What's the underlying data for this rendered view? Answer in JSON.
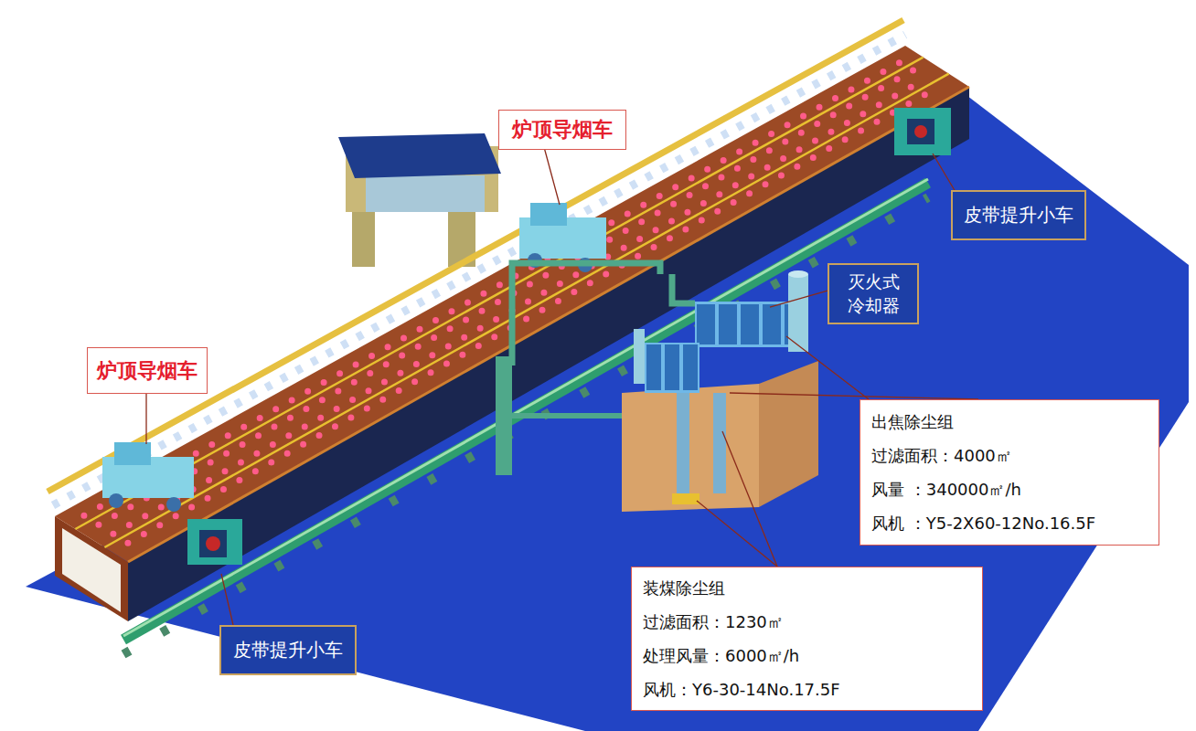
{
  "diagram": {
    "nodes": [
      {
        "text": [
          "炉顶导烟车"
        ]
      },
      {
        "text": [
          "皮带提升小车"
        ]
      },
      {
        "text": [
          "灭火式 冷却器"
        ]
      },
      {
        "text": [
          "炉顶导烟车"
        ]
      },
      {
        "text": [
          "出焦除尘组",
          "过滤面积：4000㎡",
          "风量 ：340000㎡/h",
          "风机 ：Y5-2X60-12No.16.5F"
        ]
      },
      {
        "text": [
          "装煤除尘组",
          "过滤面积：1230㎡",
          "处理风量：6000㎡/h",
          "风机：Y6-30-14No.17.5F"
        ]
      },
      {
        "text": [
          "皮带提升小车"
        ]
      }
    ],
    "edges": []
  }
}
